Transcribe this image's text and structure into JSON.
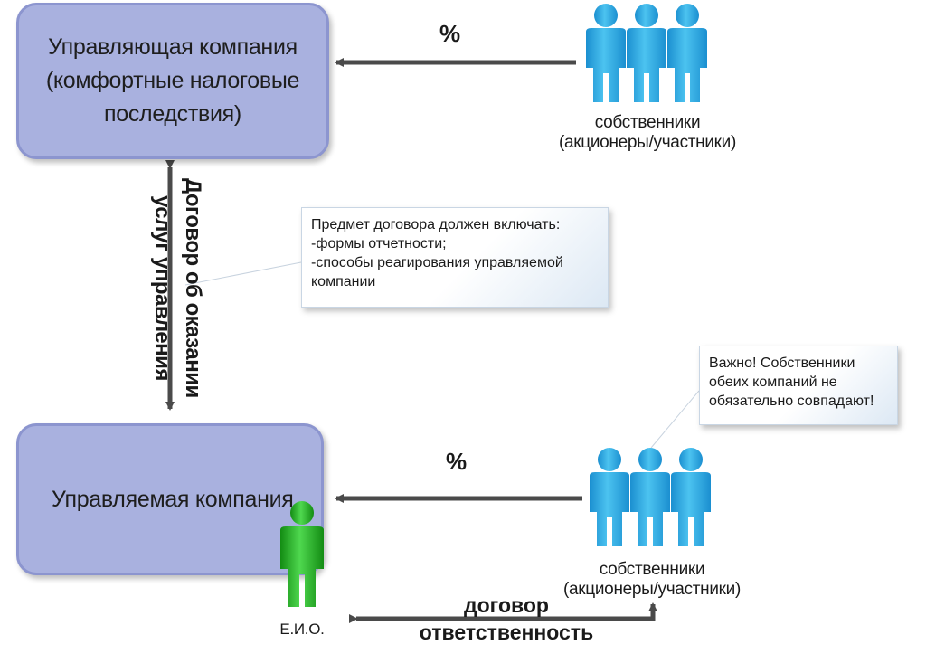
{
  "managing_company": {
    "line1": "Управляющая компания",
    "line2": "(комфортные налоговые",
    "line3": "последствия)"
  },
  "managed_company": {
    "label": "Управляемая компания"
  },
  "owners_top": {
    "line1": "собственники",
    "line2": "(акционеры/участники)"
  },
  "owners_bottom": {
    "line1": "собственники",
    "line2": "(акционеры/участники)"
  },
  "percent_top": "%",
  "percent_bottom": "%",
  "service_contract": {
    "line1": "Договор об оказании",
    "line2": "услуг управления"
  },
  "note_subject": {
    "line1": "Предмет договора должен включать:",
    "line2": "-формы отчетности;",
    "line3": "-способы реагирования управляемой",
    "line4": "компании"
  },
  "note_important": {
    "line1": "Важно! Собственники",
    "line2": "обеих компаний не",
    "line3": "обязательно совпадают!"
  },
  "executive": {
    "label": "Е.И.О."
  },
  "responsibility_contract": {
    "line1": "договор",
    "line2": "ответственность"
  },
  "colors": {
    "box_fill": "#a9b1df",
    "owner_figure": "#29a8e0",
    "executive_figure": "#22b522",
    "arrow": "#4a4a4a"
  },
  "icons": [
    "owners-group-icon",
    "executive-person-icon"
  ]
}
